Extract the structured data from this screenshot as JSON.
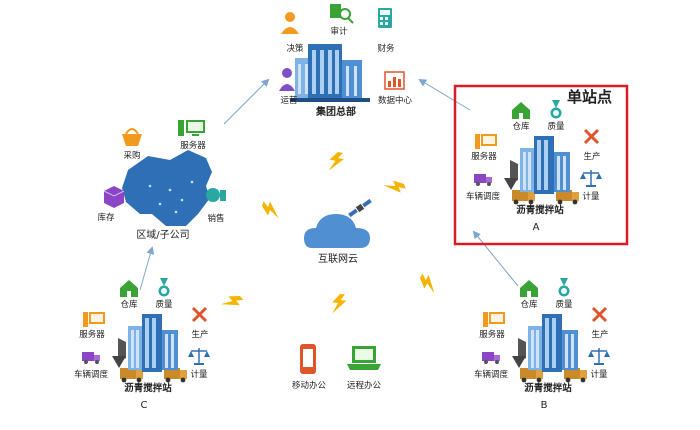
{
  "hq": {
    "title": "集团总部",
    "modules": [
      "决策",
      "审计",
      "财务",
      "运营",
      "数据中心"
    ]
  },
  "cloud": {
    "label": "互联网云"
  },
  "regional": {
    "title": "区域/子公司",
    "modules": [
      "采购",
      "服务器",
      "库存",
      "销售"
    ]
  },
  "station_highlight": {
    "label": "单站点"
  },
  "stations": [
    {
      "id": "A",
      "title": "沥青搅拌站",
      "modules": {
        "warehouse": "仓库",
        "quality": "质量",
        "server": "服务器",
        "production": "生产",
        "dispatch": "车辆调度",
        "metering": "计量"
      }
    },
    {
      "id": "B",
      "title": "沥青搅拌站",
      "modules": {
        "warehouse": "仓库",
        "quality": "质量",
        "server": "服务器",
        "production": "生产",
        "dispatch": "车辆调度",
        "metering": "计量"
      }
    },
    {
      "id": "C",
      "title": "沥青搅拌站",
      "modules": {
        "warehouse": "仓库",
        "quality": "质量",
        "server": "服务器",
        "production": "生产",
        "dispatch": "车辆调度",
        "metering": "计量"
      }
    }
  ],
  "remote": {
    "mobile": "移动办公",
    "remote_office": "远程办公"
  },
  "colors": {
    "arrow": "#7ea6cf",
    "building": "#2f6fb6",
    "highlight": "#d81e24",
    "lightning": "#f4b400",
    "cloud": "#4f8fd2"
  }
}
